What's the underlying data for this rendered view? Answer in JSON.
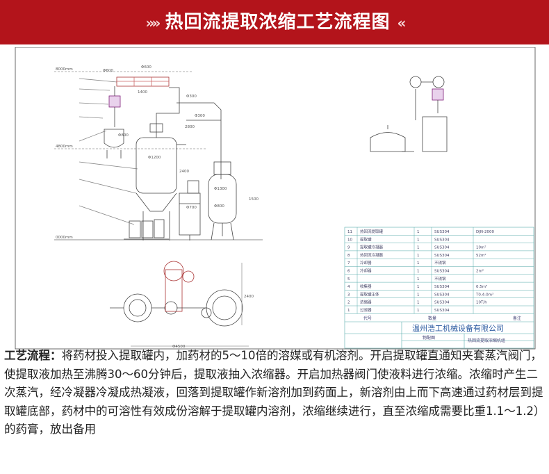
{
  "header": {
    "title": "热回流提取浓缩工艺流程图",
    "left_decor": "»»",
    "right_decor": "«",
    "bg_color": "#b3141b"
  },
  "drawing": {
    "company": "温州浩工机械设备有限公司",
    "parts_label": "物配图",
    "drawing_name": "热回流提取浓缩机组",
    "col_code": "代号",
    "col_qty": "数量",
    "col_note": "备注",
    "dims": [
      "Φ600",
      "Φ600",
      "Φ1200",
      "Φ1300",
      "Φ700",
      "Φ800",
      "Φ300",
      "1400",
      "2400",
      "1500",
      "2800",
      "Φ4500",
      "Φ800",
      "2400",
      "Φ300"
    ],
    "levels": [
      "8000mm",
      "4800mm",
      "0000mm"
    ],
    "parts_rows": [
      {
        "no": "11",
        "name": "热回流提取罐",
        "qty": "1",
        "mat": "SUS304",
        "spec": "DJN-2000"
      },
      {
        "no": "10",
        "name": "提取罐",
        "qty": "1",
        "mat": "SUS304",
        "spec": ""
      },
      {
        "no": "9",
        "name": "提取罐冷凝器",
        "qty": "1",
        "mat": "SUS304",
        "spec": "10m²"
      },
      {
        "no": "8",
        "name": "热回流冷凝器",
        "qty": "1",
        "mat": "SUS304",
        "spec": "52m²"
      },
      {
        "no": "7",
        "name": "冷却器",
        "qty": "1",
        "mat": "不锈钢",
        "spec": ""
      },
      {
        "no": "6",
        "name": "冷却器",
        "qty": "1",
        "mat": "SUS304",
        "spec": "2m²"
      },
      {
        "no": "5",
        "name": "",
        "qty": "1",
        "mat": "不锈钢",
        "spec": ""
      },
      {
        "no": "4",
        "name": "收集器",
        "qty": "1",
        "mat": "SUS304",
        "spec": "0.5m³"
      },
      {
        "no": "3",
        "name": "提取罐主体",
        "qty": "1",
        "mat": "SUS304",
        "spec": "T0.4-0m³"
      },
      {
        "no": "2",
        "name": "浓缩器",
        "qty": "1",
        "mat": "SUS304",
        "spec": "10T/h"
      },
      {
        "no": "1",
        "name": "过滤器",
        "qty": "1",
        "mat": "SUS304",
        "spec": ""
      }
    ]
  },
  "caption": {
    "label": "工艺流程：",
    "text": "将药材投入提取罐内，加药材的5～10倍的溶媒或有机溶剂。开启提取罐直通知夹套蒸汽阀门，使提取液加热至沸腾30～60分钟后，提取液抽入浓缩器。开启加热器阀门使液料进行浓缩。浓缩时产生二次蒸汽，经冷凝器冷凝成热凝液，回落到提取罐作新溶剂加到药面上，新溶剂由上而下高速通过药材层到提取罐底部，药材中的可溶性有效成份溶解于提取罐内溶剂，浓缩继续进行，直至浓缩成需要比重1.1～1.2）的药膏，放出备用"
  }
}
